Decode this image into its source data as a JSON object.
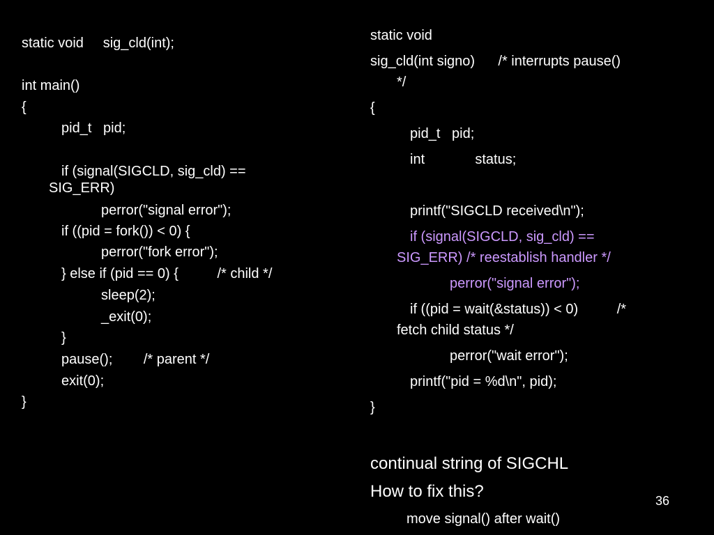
{
  "left_code": {
    "lines": [
      "static void     sig_cld(int);",
      "int main()",
      "{",
      "pid_t   pid;",
      "if (signal(SIGCLD, sig_cld) ==",
      "SIG_ERR)",
      "perror(\"signal error\");",
      "if ((pid = fork()) < 0) {",
      "perror(\"fork error\");",
      "} else if (pid == 0) {          /* child */",
      "sleep(2);",
      "_exit(0);",
      "}",
      "pause();        /* parent */",
      "exit(0);",
      "}"
    ]
  },
  "right_code": {
    "lines": [
      "static void",
      "sig_cld(int signo)      /* interrupts pause()",
      "*/",
      "{",
      "pid_t   pid;",
      "int             status;",
      "printf(\"SIGCLD received\\n\");",
      "if (signal(SIGCLD, sig_cld) ==",
      "SIG_ERR) /* reestablish handler */",
      "perror(\"signal error\");",
      "if ((pid = wait(&status)) < 0)          /*",
      "fetch child status */",
      "perror(\"wait error\");",
      "printf(\"pid = %d\\n\", pid);",
      "}"
    ]
  },
  "notes": {
    "line1": "continual string of SIGCHL",
    "line2": "How to fix this?",
    "line3": "move signal() after wait()"
  },
  "page_number": "36",
  "colors": {
    "background": "#000000",
    "text": "#ffffff",
    "highlight": "#cc99ff"
  }
}
